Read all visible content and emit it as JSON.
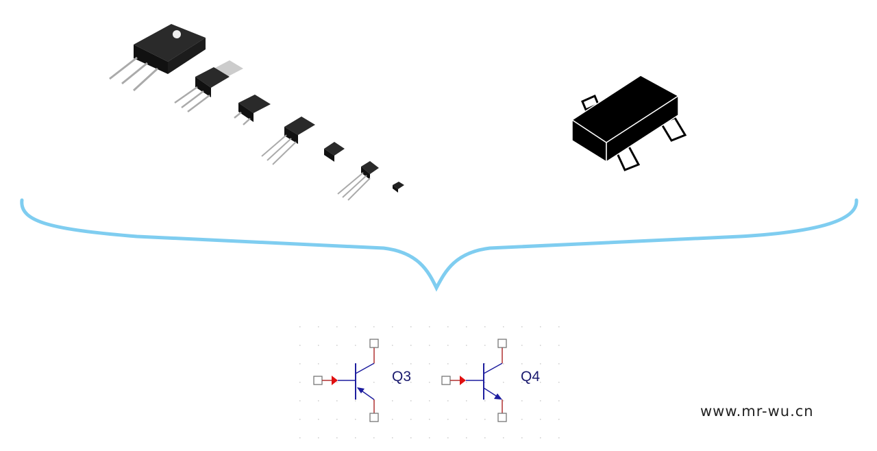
{
  "schematic": {
    "q3_label": "Q3",
    "q4_label": "Q4",
    "q3_type": "PNP",
    "q4_type": "NPN"
  },
  "watermark": "www.mr-wu.cn",
  "colors": {
    "brace": "#7fcdf0",
    "symbol": "#1d1d9e",
    "wire": "#b03030",
    "pin_arrow": "#e01010"
  }
}
